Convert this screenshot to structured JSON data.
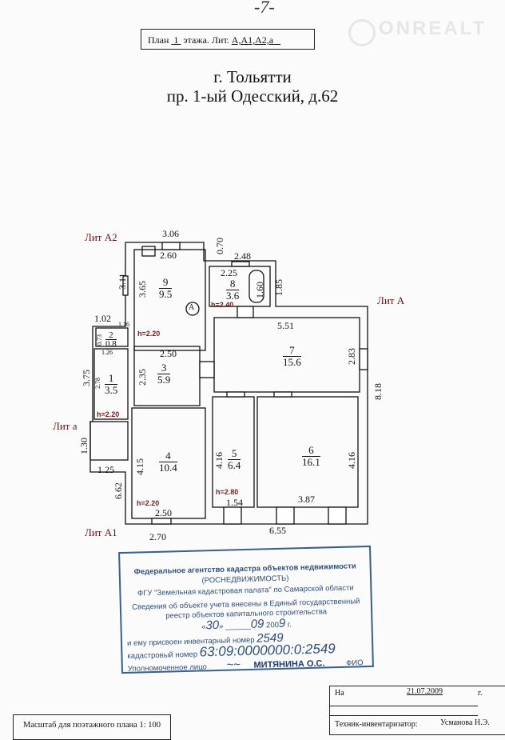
{
  "page_number": "-7-",
  "watermark": "ONREALT",
  "plan_title": {
    "prefix": "План",
    "floor": "1",
    "middle": "этажа. Лит.",
    "liters": "А,А1,А2,а"
  },
  "city": "г. Тольятти",
  "address": "пр. 1-ый Одесский, д.62",
  "liters": {
    "a2": "Лит А2",
    "a": "Лит А",
    "a_small": "Лит а",
    "a1": "Лит А1"
  },
  "rooms": [
    {
      "num": "1",
      "area": "3.5"
    },
    {
      "num": "2",
      "area": "0.8"
    },
    {
      "num": "3",
      "area": "5.9"
    },
    {
      "num": "4",
      "area": "10.4"
    },
    {
      "num": "5",
      "area": "6.4"
    },
    {
      "num": "6",
      "area": "16.1"
    },
    {
      "num": "7",
      "area": "15.6"
    },
    {
      "num": "8",
      "area": "3.6"
    },
    {
      "num": "9",
      "area": "9.5"
    }
  ],
  "dims": {
    "top_a2": "3.06",
    "r9_w": "2.60",
    "r9_h": "3.65",
    "a2_left": "3.11",
    "gap": "0.70",
    "r8_top": "2.48",
    "r8_w": "2.25",
    "bath": "1.60",
    "r8_right": "1.85",
    "r2_top": "1.02",
    "r2_h": "0.73",
    "r2_w": "1.16",
    "r1_w": "1.26",
    "r1_h": "2.78",
    "left_a": "3.75",
    "r3_w": "2.50",
    "r3_h": "2.35",
    "r7_w": "5.51",
    "r7_h": "2.83",
    "right_total": "8.18",
    "a_h": "1.30",
    "a_w": "1.25",
    "a1_left": "6.62",
    "r4_h": "4.15",
    "r4_w": "2.50",
    "a1_bottom": "2.70",
    "r5_h": "4.16",
    "r5_w": "1.54",
    "r6_w": "3.87",
    "r6_h": "4.16",
    "bottom_total": "6.55"
  },
  "heights": {
    "r9": "h=2.20",
    "r8": "h=2.40",
    "r1": "h=2.20",
    "r4": "h=2.20",
    "r5": "h=2.80"
  },
  "axis_mark": "А",
  "stamp": {
    "line1": "Федеральное агентство кадастра объектов недвижимости",
    "line2": "(РОСНЕДВИЖИМОСТЬ)",
    "line3": "ФГУ \"Земельная кадастровая палата\" по Самарской области",
    "line4": "Сведения об объекте учета внесены в Единый государственный",
    "line5": "реестр объектов капитального строительства",
    "day": "30",
    "month": "09",
    "year_prefix": "200",
    "year_suffix": "9",
    "year_unit": "г.",
    "inv_label": "и ему присвоен инвентарный номер",
    "inv_number": "2549",
    "cad_label": "кадастровый номер",
    "cad_number": "63:09:0000000:0:2549",
    "person_label": "Уполномоченное лицо",
    "person_name": "МИТЯНИНА О.С.",
    "fio": "ФИО"
  },
  "scale": "Масштаб для поэтажного плана 1: 100",
  "signoff": {
    "on": "На",
    "date": "21.07.2009",
    "unit": "г.",
    "tech_label": "Техник-инвентаризатор:",
    "tech_name": "Усманова Н.Э."
  }
}
